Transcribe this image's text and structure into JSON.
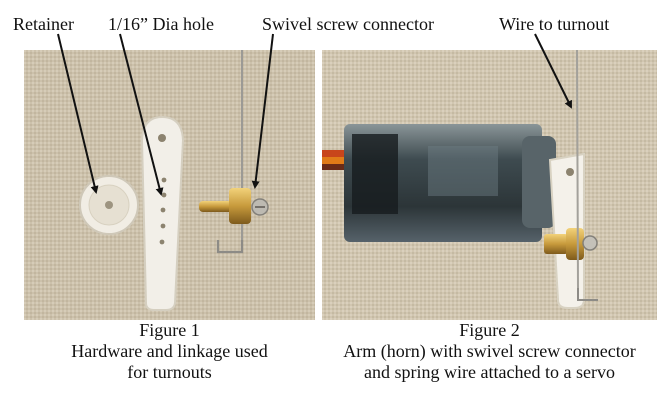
{
  "callouts": {
    "retainer": "Retainer",
    "hole": "1/16” Dia hole",
    "swivel": "Swivel screw connector",
    "wire": "Wire to turnout"
  },
  "figure1": {
    "title": "Figure 1",
    "line1": "Hardware and linkage used",
    "line2": "for turnouts"
  },
  "figure2": {
    "title": "Figure 2",
    "line1": "Arm (horn) with swivel screw connector",
    "line2": "and spring wire attached to a servo"
  },
  "colors": {
    "background": "#cdc2ac",
    "nylon": "#efece4",
    "brass": "#c79a3c",
    "servo_case": "#3d4a4e"
  }
}
